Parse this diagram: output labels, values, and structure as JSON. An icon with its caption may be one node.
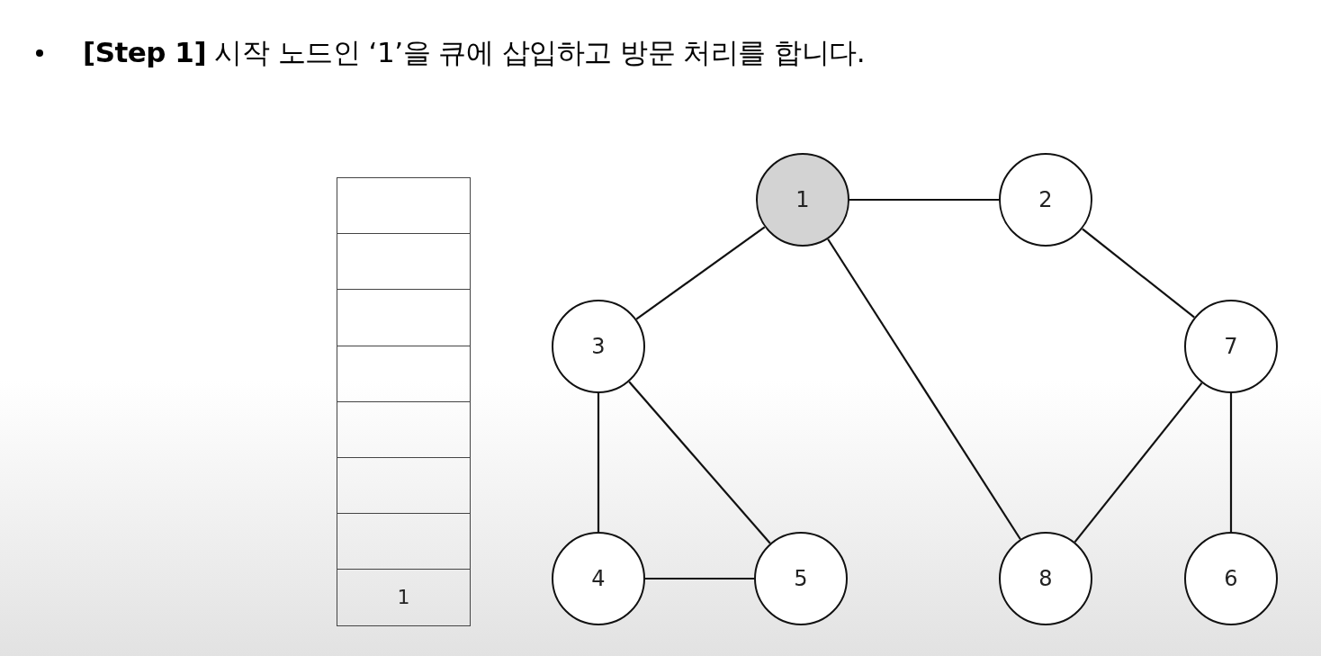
{
  "diagram": {
    "title": "**[Step 1]** 시작 노드인 ‘1’을 큐에 삽입하고 방문 처리를 합니다.",
    "nodes": [
      {
        "text": [],
        "shape": "box"
      },
      {
        "text": [],
        "shape": "box"
      },
      {
        "text": [],
        "shape": "box"
      },
      {
        "text": [],
        "shape": "box"
      },
      {
        "text": [],
        "shape": "box"
      },
      {
        "text": [],
        "shape": "box"
      },
      {
        "text": [],
        "shape": "box"
      },
      {
        "text": [
          "1"
        ]
      },
      {
        "text": [
          "1"
        ]
      },
      {
        "text": [
          "2"
        ]
      },
      {
        "text": [
          "3"
        ]
      },
      {
        "text": [
          "7"
        ]
      },
      {
        "text": [
          "4"
        ]
      },
      {
        "text": [
          "5"
        ]
      },
      {
        "text": [
          "8"
        ]
      },
      {
        "text": [
          "6"
        ]
      }
    ],
    "edges": [
      {
        "from": 8,
        "to": 9,
        "arrow": "none"
      },
      {
        "from": 8,
        "to": 10,
        "arrow": "none"
      },
      {
        "from": 8,
        "to": 14,
        "arrow": "none"
      },
      {
        "from": 9,
        "to": 11,
        "arrow": "none"
      },
      {
        "from": 10,
        "to": 12,
        "arrow": "none"
      },
      {
        "from": 10,
        "to": 13,
        "arrow": "none"
      },
      {
        "from": 12,
        "to": 13,
        "arrow": "none"
      },
      {
        "from": 11,
        "to": 14,
        "arrow": "none"
      },
      {
        "from": 11,
        "to": 15,
        "arrow": "none"
      }
    ]
  }
}
